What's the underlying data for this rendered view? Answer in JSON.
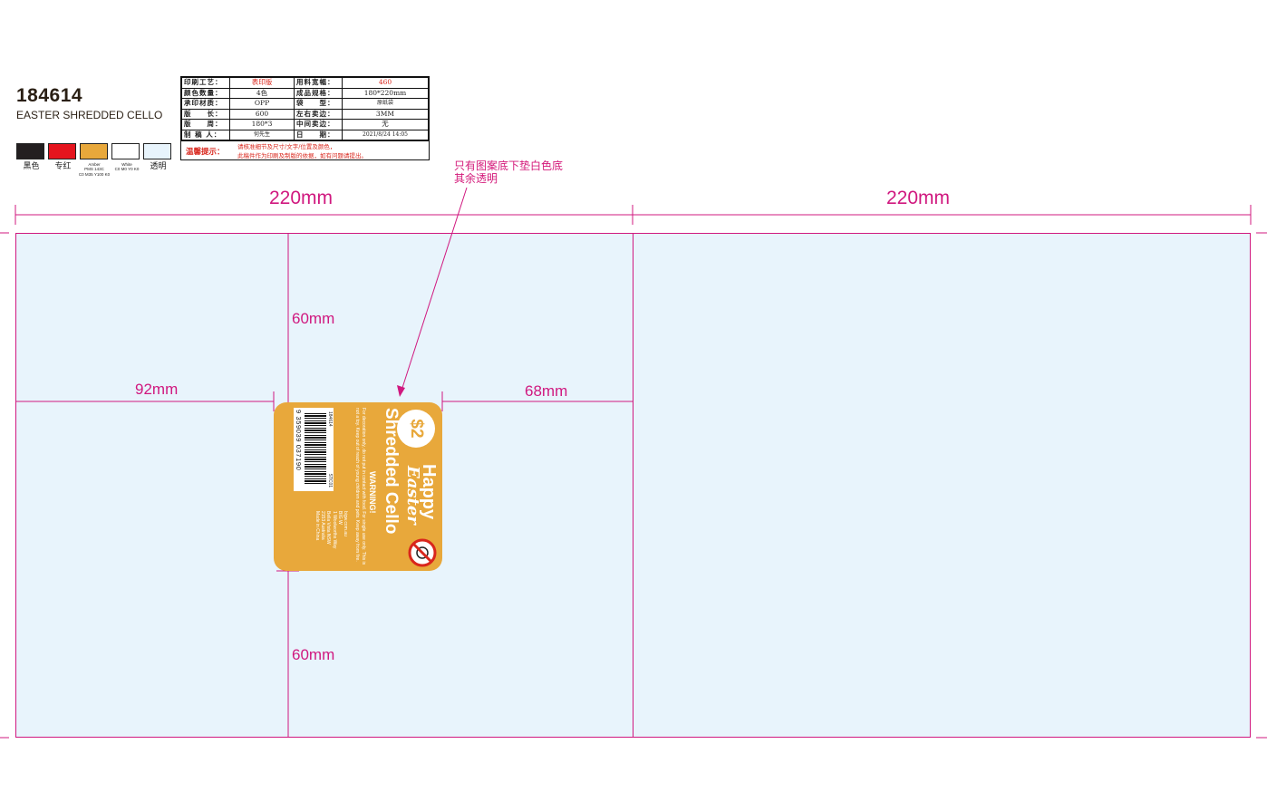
{
  "header": {
    "job_code": "184614",
    "job_name": "EASTER SHREDDED CELLO"
  },
  "swatches": [
    {
      "label": "黑色",
      "color": "#231f20"
    },
    {
      "label": "专红",
      "color": "#e5141e"
    },
    {
      "label": "Amber\nPMS 143C\nC0 M35 Y100 K0",
      "color": "#e8a83b"
    },
    {
      "label": "White\nC0 M0 Y0 K0",
      "color": "#ffffff"
    },
    {
      "label": "透明",
      "color": "#e8f4fc"
    }
  ],
  "spec": {
    "rows": [
      [
        "印刷工艺：",
        "表印版",
        "用料宽幅：",
        "460"
      ],
      [
        "颜色数量：",
        "4色",
        "成品规格：",
        "180*220mm"
      ],
      [
        "承印材质：",
        "OPP",
        "袋　　型：",
        "原纸袋"
      ],
      [
        "版　　长：",
        "600",
        "左右卖边：",
        "3MM"
      ],
      [
        "版　　周：",
        "180*3",
        "中间卖边：",
        "无"
      ],
      [
        "制 稿 人：",
        "何先生",
        "日　　期：",
        "2021/8/24 14:05"
      ]
    ],
    "note_label": "温馨提示：",
    "note_lines": [
      "请核准细节及尺寸/文字/位置及颜色，",
      "此稿件作为印刷及制版的依据，如有问题请提出。"
    ]
  },
  "annotation": {
    "line1": "只有图案底下垫白色底",
    "line2": "其余透明"
  },
  "dimensions": {
    "panel_left_width": "220mm",
    "panel_right_width": "220mm",
    "top_gap": "60mm",
    "bottom_gap": "60mm",
    "left_gap": "92mm",
    "right_gap": "68mm"
  },
  "label": {
    "price": "$2",
    "happy": "Happy",
    "easter": "Easter",
    "product": "Shredded Cello",
    "warning_title": "WARNING!",
    "warning_text": "For decoration only, do not put in contact with food. For single use only. This is not a toy. Keep out of reach of young children and pets. Keep away from fire.",
    "address": "bigw.com.au\nBIG W\n1 Woolworths Way\nBella Vista NSW\n2153 Australia\nMade in China",
    "sku_a": "184614",
    "sku_b": "STC01",
    "barcode_number": "9 359039 037190"
  },
  "colors": {
    "magenta": "#d0187f",
    "panel_fill": "#e8f4fc",
    "label_amber": "#e8a83b",
    "annotation": "#d4197a"
  }
}
